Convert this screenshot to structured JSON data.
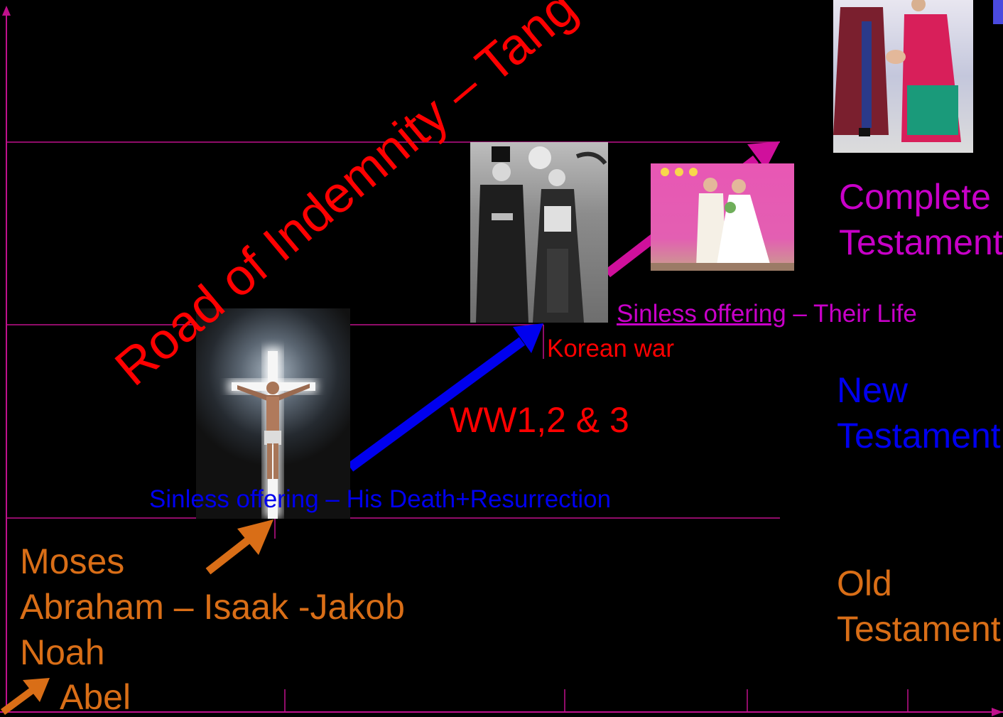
{
  "road_title": "Road of Indemnity – Tang Gam",
  "complete_testament": {
    "line1": "Complete",
    "line2": "Testament"
  },
  "new_testament": {
    "line1": "New",
    "line2": "Testament"
  },
  "old_testament": {
    "line1": "Old",
    "line2": "Testament"
  },
  "figures": {
    "moses": "Moses",
    "abraham": "Abraham – Isaak -Jakob",
    "noah": "Noah",
    "abel": "Abel"
  },
  "offering_death": "Sinless offering – His Death+Resurrection",
  "offering_life": {
    "underlined": "Sinless offering",
    "rest": " – Their Life"
  },
  "korean_war": "Korean war",
  "world_wars": "WW1,2 & 3",
  "colors": {
    "axis": "#c0108c",
    "old": "#d96e17",
    "new": "#0000ee",
    "complete": "#c800c8",
    "red": "#ff0000",
    "magenta_arrow": "#d0109c"
  }
}
